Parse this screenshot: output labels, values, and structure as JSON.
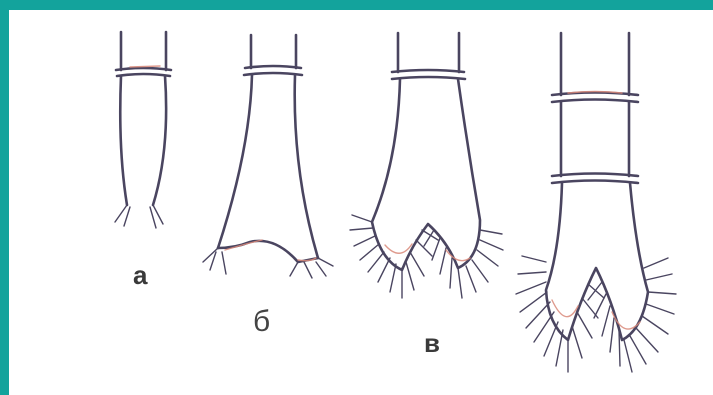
{
  "figure": {
    "labels": {
      "a": "а",
      "b": "б",
      "v": "в"
    },
    "colors": {
      "frame": "#13a39c",
      "background": "#ffffff",
      "stroke": "#4a4560",
      "accent": "#d98a7a"
    }
  }
}
